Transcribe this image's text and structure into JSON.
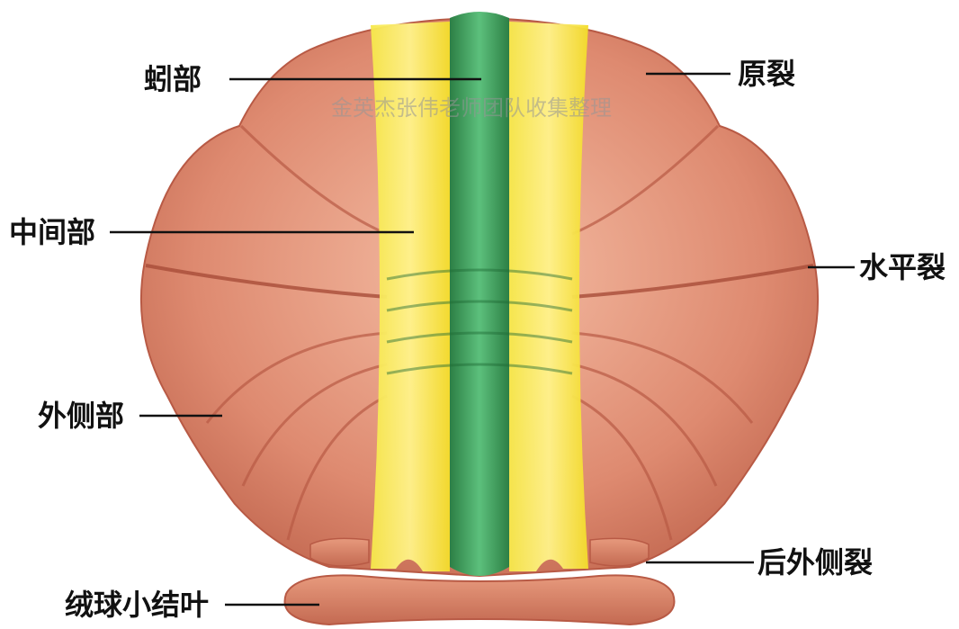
{
  "diagram": {
    "labels": {
      "vermis": "蚓部",
      "primary_fissure": "原裂",
      "intermediate": "中间部",
      "horizontal_fissure": "水平裂",
      "lateral": "外侧部",
      "posterolateral_fissure": "后外侧裂",
      "flocculonodular": "绒球小结叶"
    },
    "watermark": "金英杰张伟老师团队收集整理",
    "colors": {
      "lobe": "#d9826a",
      "lobe_light": "#f2b49a",
      "lobe_dark": "#b85a45",
      "intermediate": "#f4e03c",
      "vermis": "#3a9a57",
      "label_line": "#111111"
    }
  }
}
